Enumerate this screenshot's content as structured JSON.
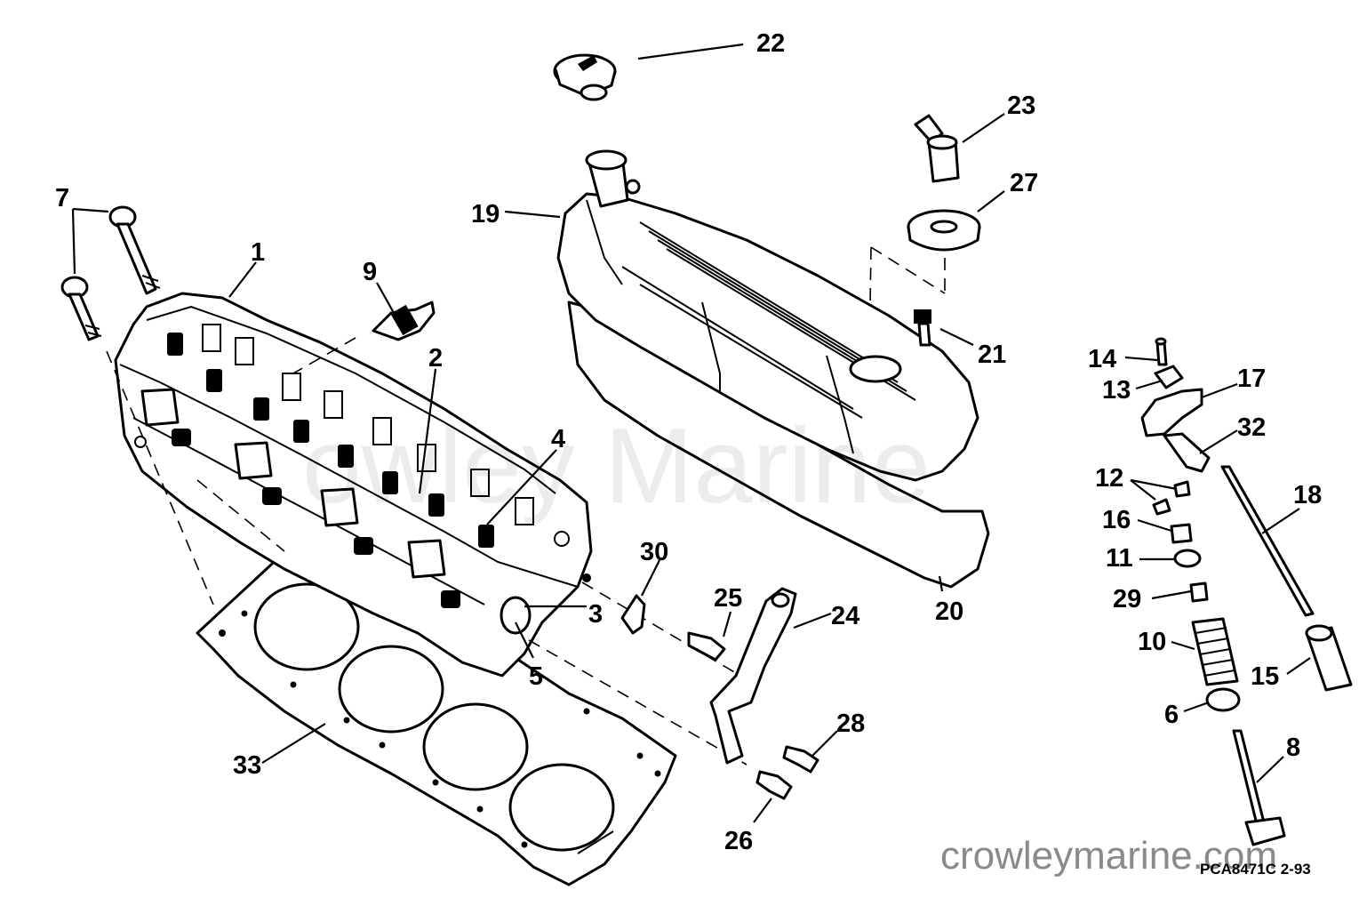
{
  "watermark": "owley Marine",
  "site_label": "crowleymarine.com",
  "figure_code": "PCA8471C   2-93",
  "parts": {
    "cylinder_head": "1",
    "intake_valve_label": "2",
    "plug_3": "3",
    "exhaust_valve_label": "4",
    "plug_5": "5",
    "seal_6": "6",
    "head_bolts": "7",
    "valve_8": "8",
    "spark_plug": "9",
    "valve_spring": "10",
    "spring_cap": "11",
    "keepers": "12",
    "pivot": "13",
    "rocker_bolt": "14",
    "lifter": "15",
    "rotator": "16",
    "rocker_arm": "17",
    "push_rod": "18",
    "valve_cover": "19",
    "cover_gasket": "20",
    "cover_screw": "21",
    "oil_cap": "22",
    "pcv_valve": "23",
    "bracket": "24",
    "screw_25": "25",
    "screw_26": "26",
    "grommet": "27",
    "screw_28": "28",
    "seal_29": "29",
    "clip_30": "30",
    "guide_plate": "32",
    "head_gasket": "33"
  }
}
